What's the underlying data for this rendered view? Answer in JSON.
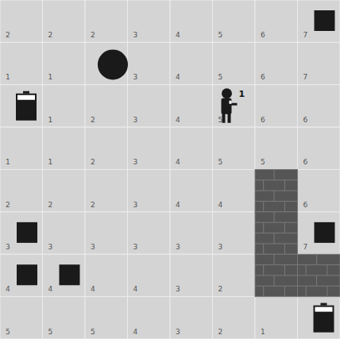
{
  "diagram": {
    "labels": [
      "2",
      "2",
      "2",
      "3",
      "4",
      "5",
      "6",
      "7",
      "1",
      "1",
      "3",
      "4",
      "5",
      "6",
      "7",
      "1",
      "2",
      "3",
      "4",
      "5",
      "1",
      "6",
      "6",
      "1",
      "1",
      "2",
      "3",
      "4",
      "5",
      "5",
      "6",
      "2",
      "2",
      "2",
      "3",
      "4",
      "4",
      "6",
      "3",
      "3",
      "3",
      "3",
      "3",
      "3",
      "7",
      "4",
      "4",
      "4",
      "4",
      "3",
      "2",
      "5",
      "5",
      "5",
      "4",
      "3",
      "2",
      "1"
    ]
  }
}
